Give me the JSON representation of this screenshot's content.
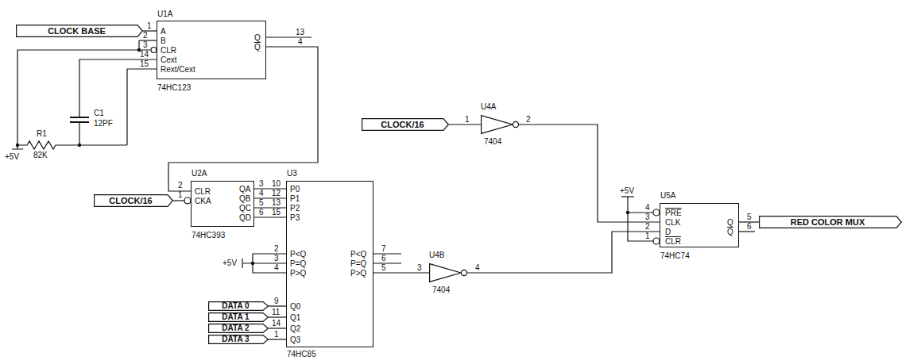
{
  "diagram": {
    "nodes": [
      {
        "text": [
          "CLOCK BASE"
        ]
      },
      {
        "text": [
          "U1A",
          "A",
          "B",
          "CLR",
          "Cext",
          "Rext/Cext",
          "Q",
          "Q",
          "74HC123"
        ]
      },
      {
        "text": [
          "CLOCK/16"
        ]
      },
      {
        "text": [
          "U2A",
          "CLR",
          "CKA",
          "QA",
          "QB",
          "QC",
          "QD",
          "74HC393"
        ]
      },
      {
        "text": [
          "U3",
          "P0",
          "P1",
          "P2",
          "P3",
          "P<Q",
          "P=Q",
          "P>Q",
          "P<Q",
          "P=Q",
          "P>Q",
          "Q0",
          "Q1",
          "Q2",
          "Q3",
          "74HC85"
        ]
      },
      {
        "text": [
          "DATA 0"
        ]
      },
      {
        "text": [
          "DATA 1"
        ]
      },
      {
        "text": [
          "DATA 2"
        ]
      },
      {
        "text": [
          "DATA 3"
        ]
      },
      {
        "text": [
          "CLOCK/16"
        ]
      },
      {
        "text": [
          "U4A",
          "7404"
        ]
      },
      {
        "text": [
          "U4B",
          "7404"
        ]
      },
      {
        "text": [
          "U5A",
          "PRE",
          "CLK",
          "D",
          "CLR",
          "Q",
          "Q",
          "74HC74"
        ]
      },
      {
        "text": [
          "RED COLOR MUX"
        ]
      }
    ],
    "edges": [
      {
        "from": 0,
        "to": 1,
        "arrow": "none"
      },
      {
        "from": 1,
        "to": 3,
        "arrow": "none"
      },
      {
        "from": 2,
        "to": 3,
        "arrow": "none"
      },
      {
        "from": 3,
        "to": 4,
        "arrow": "none"
      },
      {
        "from": 3,
        "to": 4,
        "arrow": "none"
      },
      {
        "from": 3,
        "to": 4,
        "arrow": "none"
      },
      {
        "from": 3,
        "to": 4,
        "arrow": "none"
      },
      {
        "from": 5,
        "to": 4,
        "arrow": "none"
      },
      {
        "from": 6,
        "to": 4,
        "arrow": "none"
      },
      {
        "from": 7,
        "to": 4,
        "arrow": "none"
      },
      {
        "from": 8,
        "to": 4,
        "arrow": "none"
      },
      {
        "from": 4,
        "to": 11,
        "arrow": "none"
      },
      {
        "from": 9,
        "to": 10,
        "arrow": "none"
      },
      {
        "from": 10,
        "to": 12,
        "arrow": "none"
      },
      {
        "from": 11,
        "to": 12,
        "arrow": "none"
      },
      {
        "from": 12,
        "to": 13,
        "arrow": "none"
      }
    ],
    "labels": [
      "1",
      "2",
      "3",
      "14",
      "15",
      "13",
      "4",
      "R1",
      "82K",
      "C1",
      "12PF",
      "+5V",
      "2",
      "1",
      "3",
      "4",
      "5",
      "6",
      "10",
      "12",
      "13",
      "15",
      "+5V",
      "2",
      "3",
      "4",
      "7",
      "6",
      "5",
      "9",
      "11",
      "14",
      "1",
      "1",
      "2",
      "3",
      "4",
      "+5V",
      "4",
      "3",
      "2",
      "1",
      "5",
      "6"
    ]
  }
}
